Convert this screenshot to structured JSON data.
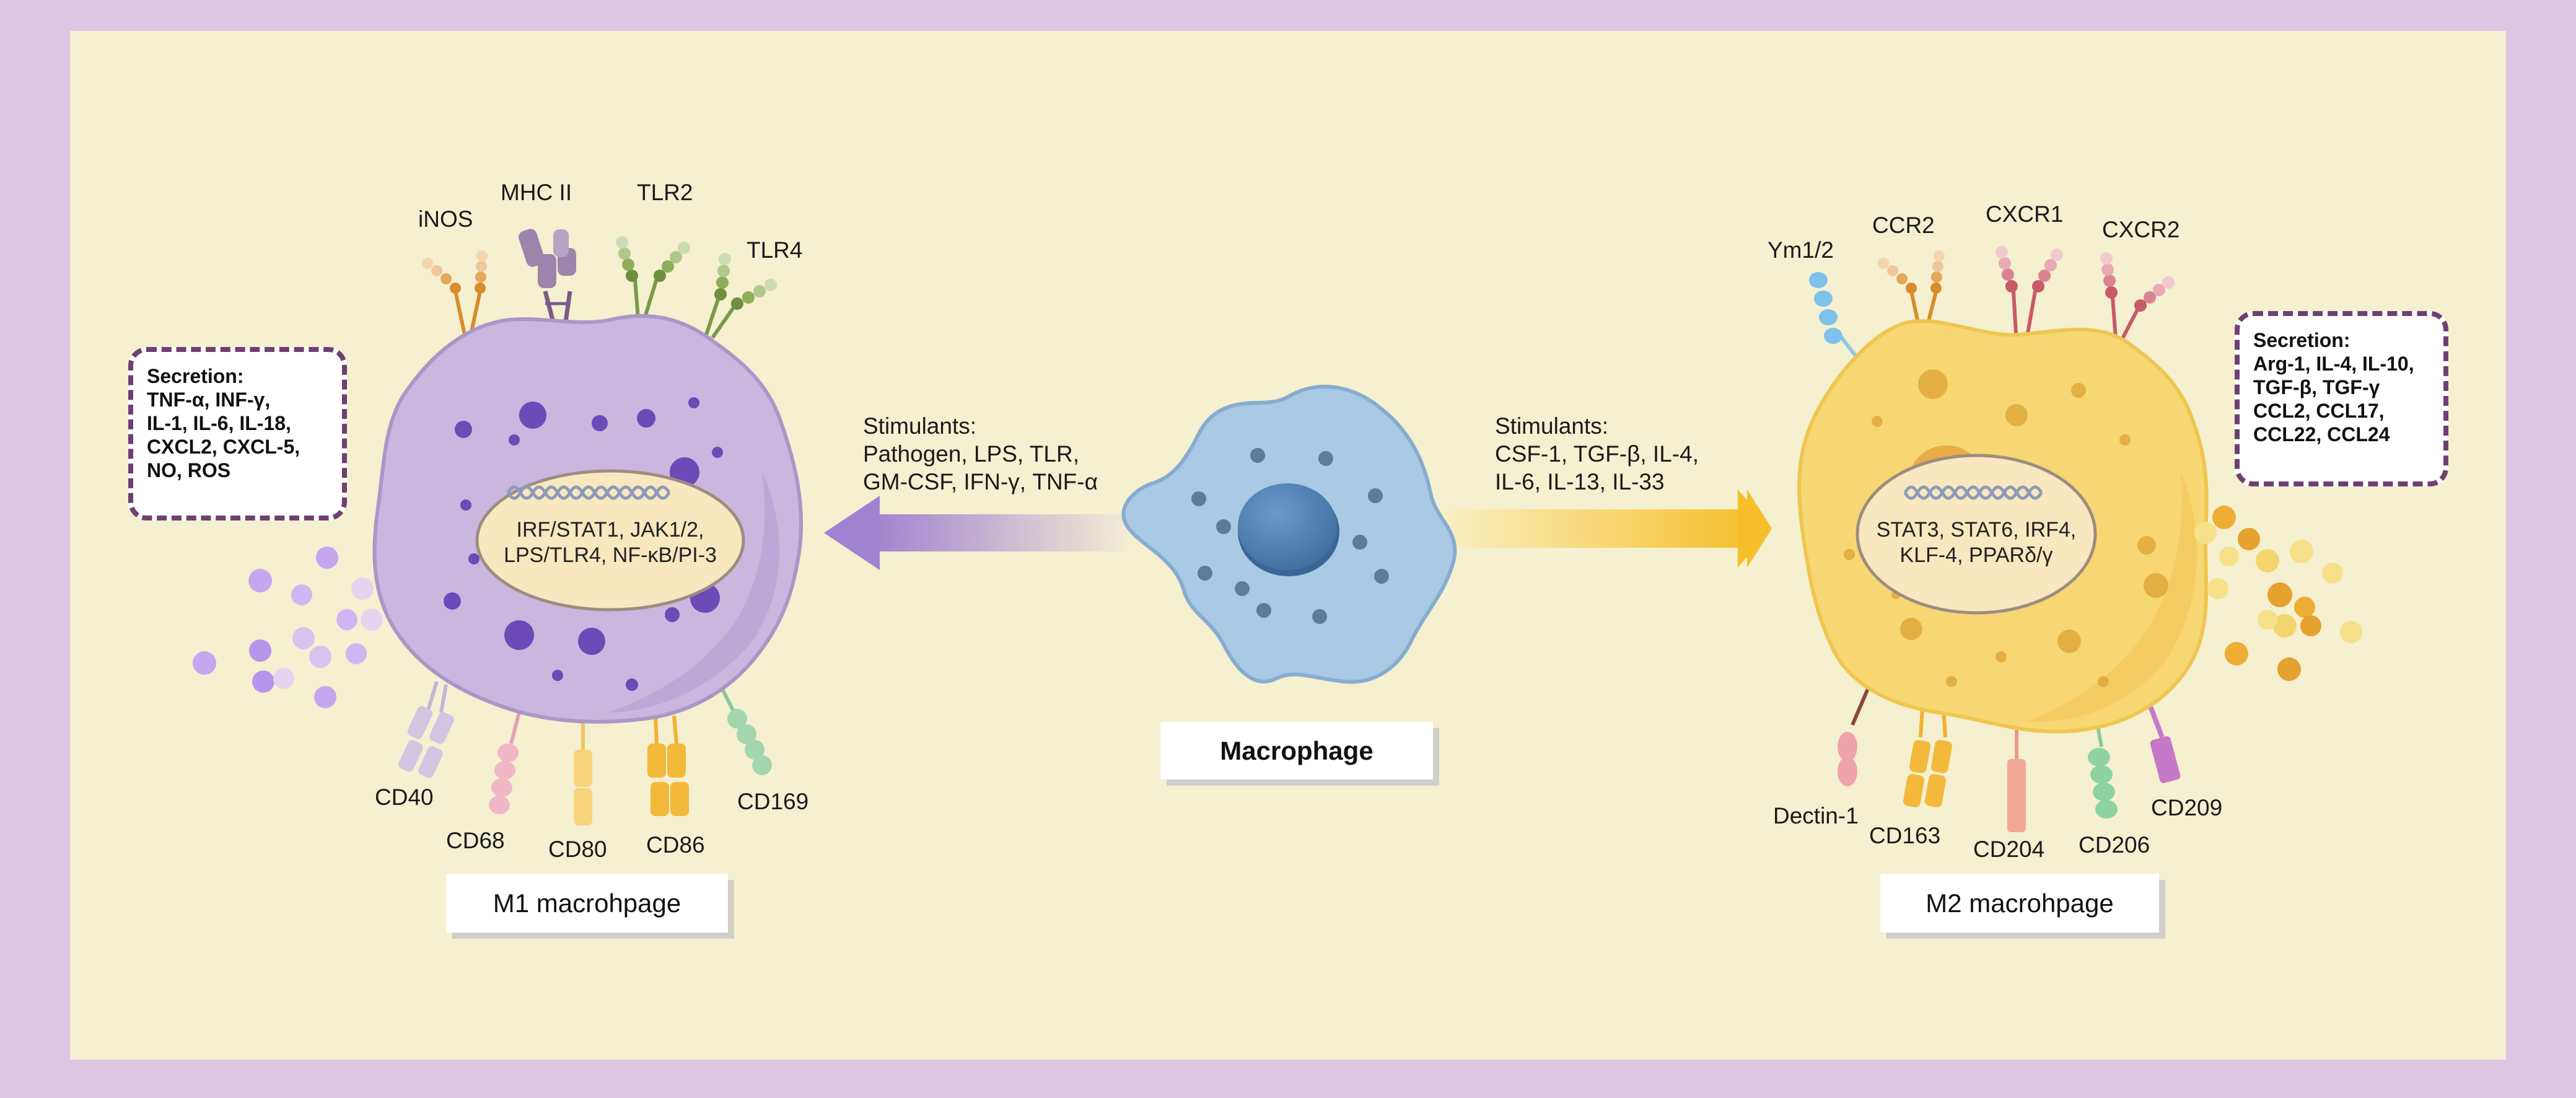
{
  "center": {
    "title": "Macrophage"
  },
  "m1": {
    "title": "M1 macrohpage",
    "receptors_top": [
      "iNOS",
      "MHC II",
      "TLR2",
      "TLR4"
    ],
    "receptors_bottom": [
      "CD40",
      "CD68",
      "CD80",
      "CD86",
      "CD169"
    ],
    "nucleus_lines": [
      "IRF/STAT1, JAK1/2,",
      "LPS/TLR4, NF-κB/PI-3"
    ],
    "secretion_lines": [
      "Secretion:",
      "TNF-α, INF-γ,",
      "IL-1, IL-6, IL-18,",
      "CXCL2, CXCL-5,",
      "NO, ROS"
    ],
    "stimulant_lines": [
      "Stimulants:",
      "Pathogen, LPS, TLR,",
      "GM-CSF, IFN-γ, TNF-α"
    ]
  },
  "m2": {
    "title": "M2 macrohpage",
    "receptors_top": [
      "Ym1/2",
      "CCR2",
      "CXCR1",
      "CXCR2"
    ],
    "receptors_bottom": [
      "Dectin-1",
      "CD163",
      "CD204",
      "CD206",
      "CD209"
    ],
    "nucleus_lines": [
      "STAT3, STAT6, IRF4,",
      "KLF-4, PPARδ/γ"
    ],
    "secretion_lines": [
      "Secretion:",
      "Arg-1, IL-4, IL-10,",
      "TGF-β, TGF-γ",
      "CCL2, CCL17,",
      "CCL22, CCL24"
    ],
    "stimulant_lines": [
      "Stimulants:",
      "CSF-1, TGF-β, IL-4,",
      "IL-6, IL-13, IL-33"
    ]
  },
  "colors": {
    "outer_frame": "#dcc6e3",
    "background": "#f4f0d0",
    "m1_cell": "#c9b7df",
    "m1_granule": "#6a4bb8",
    "m2_cell": "#f7d774",
    "m2_granule": "#e1a93a",
    "center_cell": "#a9c9e4",
    "center_nucleus": "#4f82b5",
    "nucleus_fill": "#f8e7bf",
    "secretion_border": "#6f3f72",
    "arrow_m1": "#a98ad4",
    "arrow_m2": "#f7c02d"
  }
}
